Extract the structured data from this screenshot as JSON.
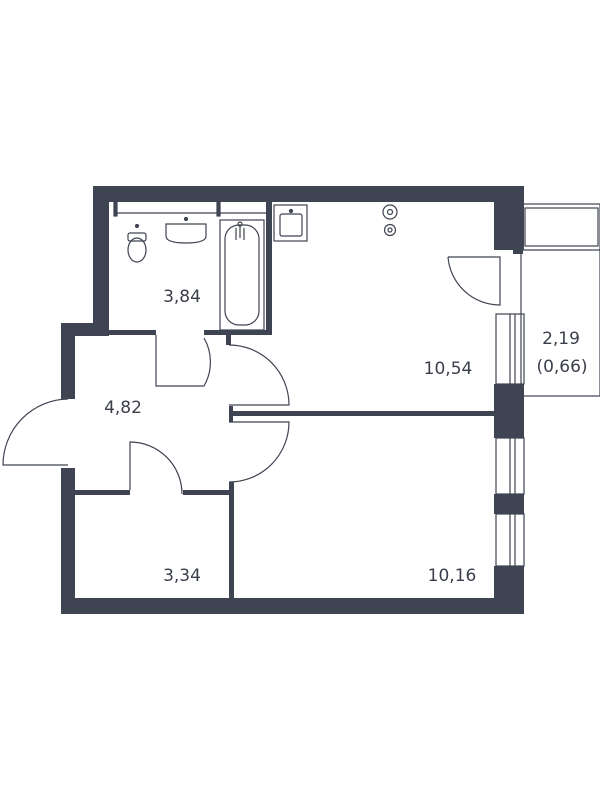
{
  "colors": {
    "wall": "#3f4452",
    "line": "#3f4452",
    "background": "#ffffff"
  },
  "rooms": {
    "bathroom": {
      "area": "3,84"
    },
    "hallway": {
      "area": "4,82"
    },
    "kitchen_living": {
      "area": "10,54"
    },
    "balcony": {
      "area": "2,19",
      "area_reduced": "(0,66)"
    },
    "storage": {
      "area": "3,34"
    },
    "bedroom": {
      "area": "10,16"
    }
  }
}
